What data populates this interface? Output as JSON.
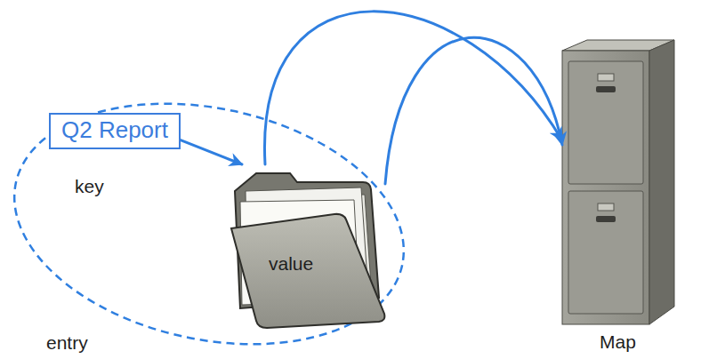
{
  "diagram": {
    "nodes": [
      {
        "text": [
          "entry"
        ]
      },
      {
        "text": [
          "Q2 Report"
        ],
        "in": 0
      },
      {
        "text": [
          "value"
        ],
        "in": 0
      },
      {
        "text": [
          "Map"
        ]
      }
    ],
    "edges": [
      {
        "from": 1,
        "to": 2,
        "arrow": "to"
      },
      {
        "from": 2,
        "to": 3,
        "arrow": "to"
      },
      {
        "from": 2,
        "to": 3,
        "arrow": "to"
      }
    ],
    "labels": [
      "key"
    ]
  }
}
